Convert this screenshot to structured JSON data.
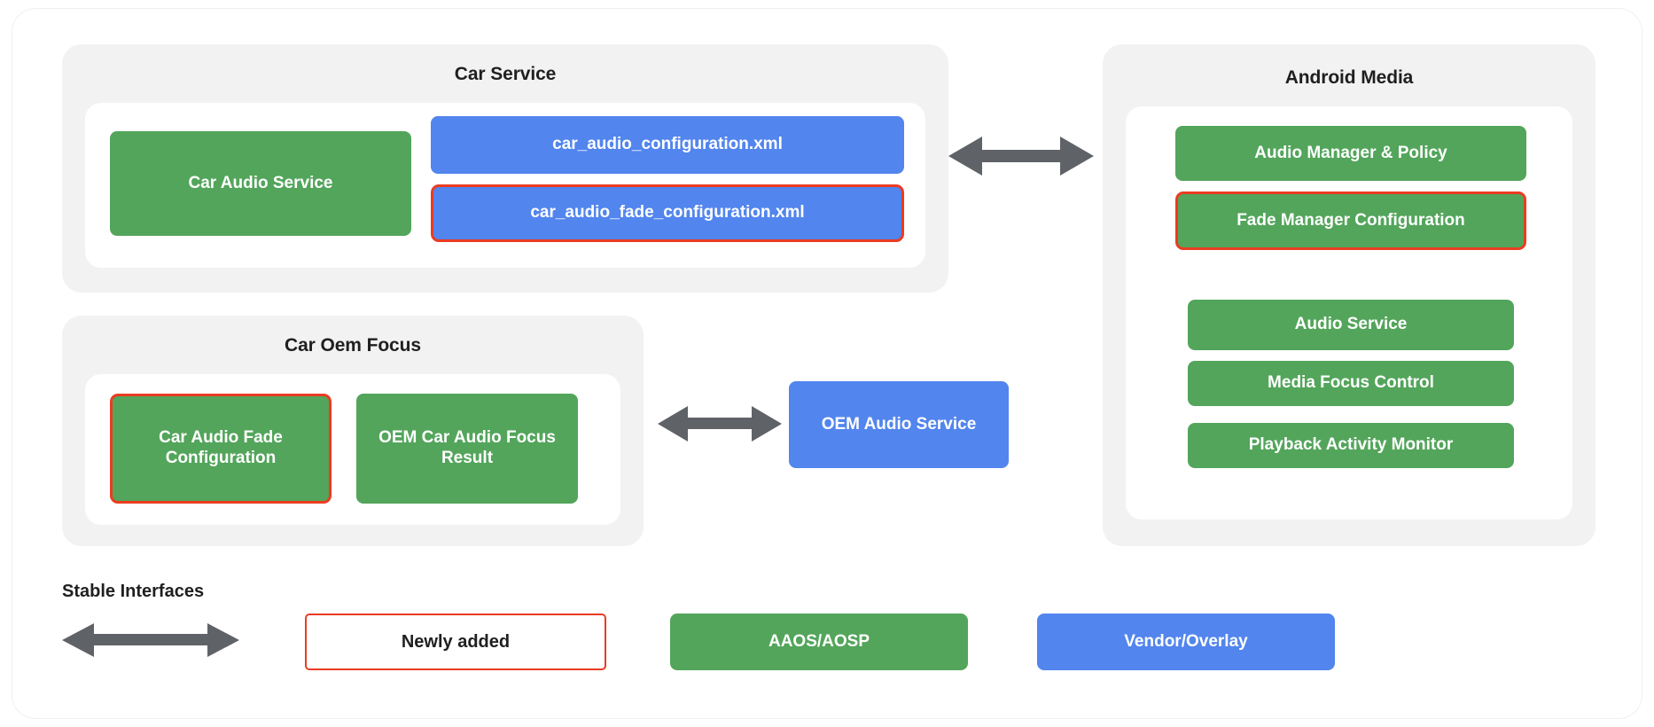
{
  "diagram": {
    "groups": [
      {
        "id": "car-service",
        "title": "Car Service",
        "nodes": [
          {
            "label": "Car Audio Service",
            "style": "green"
          },
          {
            "label": "car_audio_configuration.xml",
            "style": "blue"
          },
          {
            "label": "car_audio_fade_configuration.xml",
            "style": "blue-outlined"
          }
        ]
      },
      {
        "id": "car-oem-focus",
        "title": "Car Oem Focus",
        "nodes": [
          {
            "label": "Car Audio Fade Configuration",
            "style": "green-outlined"
          },
          {
            "label": "OEM Car Audio Focus Result",
            "style": "green"
          }
        ]
      },
      {
        "id": "android-media",
        "title": "Android Media",
        "nodes": [
          {
            "label": "Audio Manager & Policy",
            "style": "green"
          },
          {
            "label": "Fade Manager Configuration",
            "style": "green-outlined"
          },
          {
            "label": "Audio Service",
            "style": "green"
          },
          {
            "label": "Media Focus Control",
            "style": "green"
          },
          {
            "label": "Playback Activity Monitor",
            "style": "green"
          }
        ]
      }
    ],
    "standalone_nodes": [
      {
        "id": "oem-audio-service",
        "label": "OEM Audio Service",
        "style": "blue"
      }
    ],
    "connectors": [
      {
        "id": "car-service-to-android-media",
        "type": "double-arrow"
      },
      {
        "id": "car-oem-focus-to-oem-audio-service",
        "type": "double-arrow"
      }
    ]
  },
  "legend": {
    "title": "Stable Interfaces",
    "arrow_name": "stable-interface-arrow",
    "items": [
      {
        "label": "Newly added",
        "style": "white-outlined"
      },
      {
        "label": "AAOS/AOSP",
        "style": "green"
      },
      {
        "label": "Vendor/Overlay",
        "style": "blue"
      }
    ]
  },
  "colors": {
    "green": "#53a55b",
    "blue": "#5285ed",
    "highlight_red": "#ea3c22",
    "group_bg": "#f2f2f2",
    "inner_bg": "#ffffff",
    "arrow_grey": "#5f6368",
    "text_dark": "#1f1f1f"
  }
}
